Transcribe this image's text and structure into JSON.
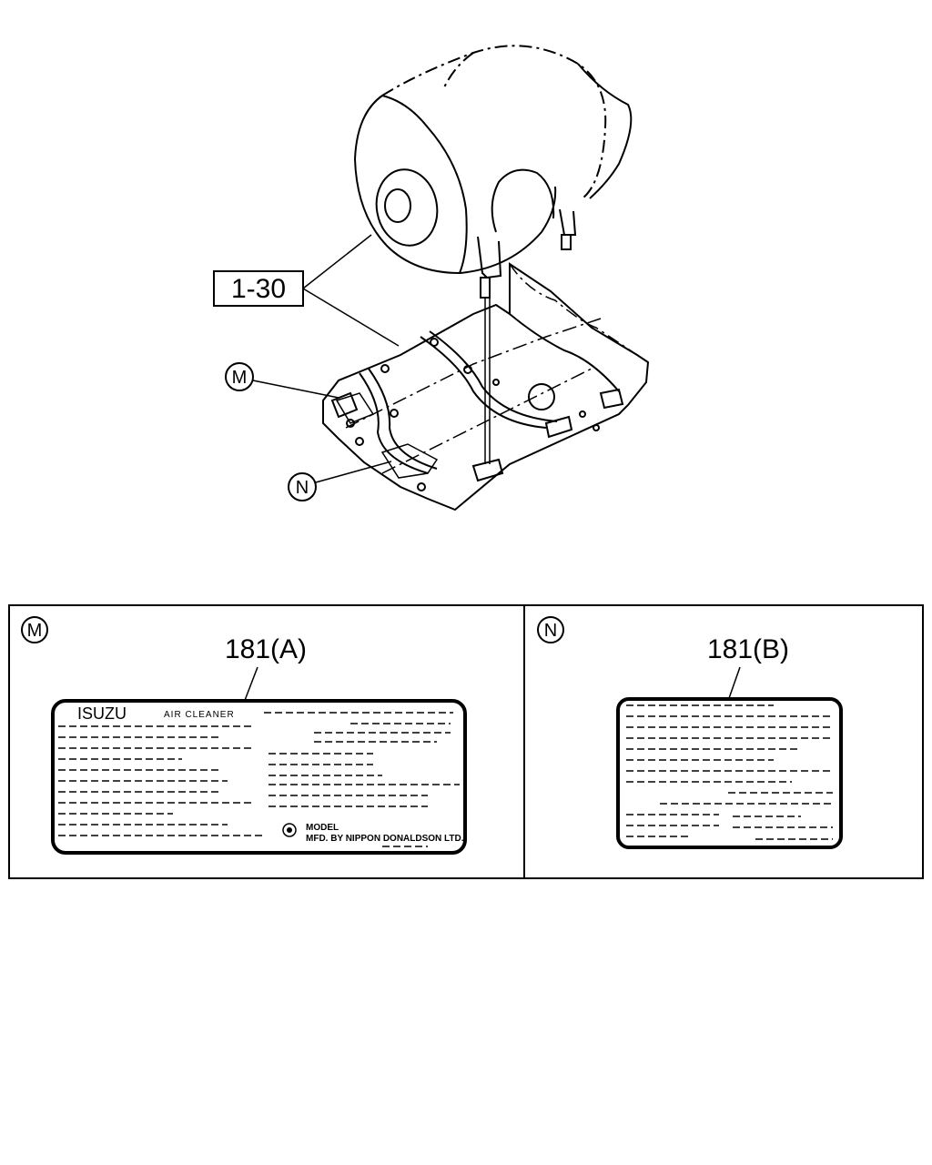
{
  "diagram": {
    "assembly_ref": "1-30",
    "callouts": {
      "m": "M",
      "n": "N"
    }
  },
  "panels": {
    "m": {
      "marker": "M",
      "part_ref": "181(A)",
      "label": {
        "brand": "ISUZU",
        "brand_sub": "AIR CLEANER",
        "model": "MODEL",
        "maker": "MFD. BY NIPPON DONALDSON LTD."
      }
    },
    "n": {
      "marker": "N",
      "part_ref": "181(B)"
    }
  }
}
